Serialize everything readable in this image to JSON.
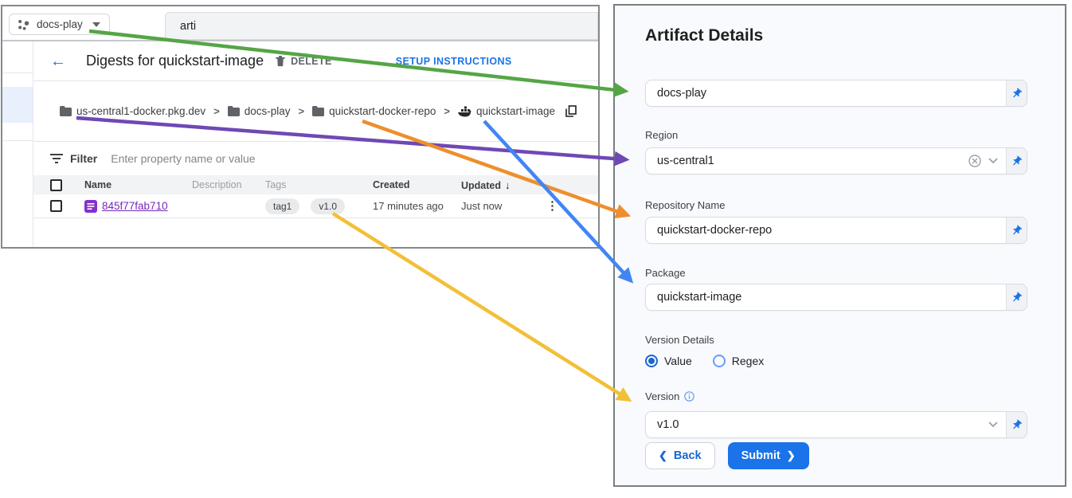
{
  "console": {
    "project_switcher": {
      "label": "docs-play"
    },
    "search": {
      "value": "arti"
    },
    "header": {
      "title": "Digests for quickstart-image",
      "delete_label": "DELETE",
      "setup_label": "SETUP INSTRUCTIONS"
    },
    "breadcrumb": {
      "separator": ">",
      "items": [
        {
          "label": "us-central1-docker.pkg.dev"
        },
        {
          "label": "docs-play"
        },
        {
          "label": "quickstart-docker-repo"
        },
        {
          "label": "quickstart-image"
        }
      ]
    },
    "filter": {
      "label": "Filter",
      "placeholder": "Enter property name or value"
    },
    "table": {
      "columns": [
        "Name",
        "Description",
        "Tags",
        "Created",
        "Updated"
      ],
      "sort": {
        "column": "Updated",
        "direction": "desc"
      },
      "rows": [
        {
          "name": "845f77fab710",
          "description": "",
          "tags": [
            "tag1",
            "v1.0"
          ],
          "created": "17 minutes ago",
          "updated": "Just now"
        }
      ]
    }
  },
  "panel": {
    "title": "Artifact Details",
    "fields": [
      {
        "label": "",
        "value": "docs-play"
      },
      {
        "label": "Region",
        "value": "us-central1"
      },
      {
        "label": "Repository Name",
        "value": "quickstart-docker-repo"
      },
      {
        "label": "Package",
        "value": "quickstart-image"
      },
      {
        "label": "Version",
        "value": "v1.0"
      }
    ],
    "version_details": {
      "label": "Version Details",
      "options": [
        {
          "label": "Value",
          "selected": true
        },
        {
          "label": "Regex",
          "selected": false
        }
      ]
    },
    "buttons": {
      "back": "Back",
      "submit": "Submit"
    }
  },
  "colors": {
    "accent_blue": "#1a73e8",
    "link_purple": "#7627bb",
    "arrow_green": "#55a546",
    "arrow_purple": "#6f48b5",
    "arrow_orange": "#ed8f2e",
    "arrow_blue": "#4285f4",
    "arrow_yellow": "#f2c037"
  }
}
